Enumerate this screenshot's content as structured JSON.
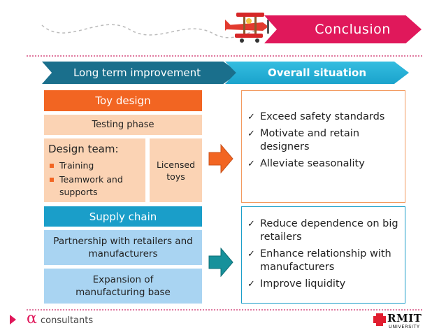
{
  "header": {
    "title": "Conclusion",
    "accent": "#e0185b"
  },
  "chevrons": {
    "left": "Long term improvement",
    "right": "Overall situation"
  },
  "toy_design": {
    "heading": "Toy design",
    "testing_phase": "Testing phase",
    "design_team": {
      "title": "Design team:",
      "items": [
        "Training",
        "Teamwork and supports"
      ]
    },
    "licensed_toys": "Licensed toys"
  },
  "supply_chain": {
    "heading": "Supply chain",
    "partnership": "Partnership with retailers and manufacturers",
    "expansion": "Expansion of manufacturing base"
  },
  "results": {
    "toy_design": [
      "Exceed safety standards",
      "Motivate and retain designers",
      "Alleviate seasonality"
    ],
    "supply_chain": [
      "Reduce dependence on big retailers",
      "Enhance relationship with manufacturers",
      "Improve liquidity"
    ]
  },
  "footer": {
    "symbol": "α",
    "company": "consultants",
    "logo_text": "RMIT",
    "logo_sub": "UNIVERSITY"
  },
  "icons": {
    "plane": "biplane-icon",
    "arrow": "right-arrow-icon",
    "check": "checkmark-icon"
  }
}
